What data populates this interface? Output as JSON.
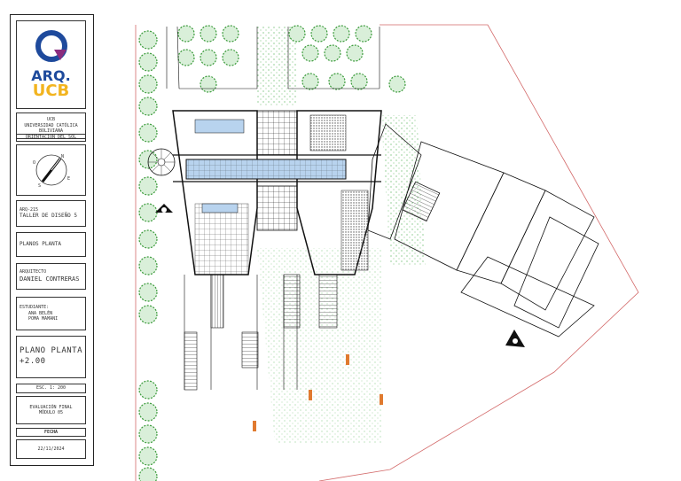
{
  "titleblock": {
    "logo_arq": "ARQ.",
    "logo_ucb": "UCB",
    "university_short": "UCB",
    "university_name": "UNIVERSIDAD CATÓLICA",
    "university_sub": "BOLIVIANA",
    "orientation_label": "ORIENTACIÓN DEL SOL",
    "compass_n": "N",
    "compass_s": "S",
    "compass_e": "E",
    "compass_w": "O",
    "course_code": "ARQ-215",
    "course_name": "TALLER DE DISEÑO 5",
    "sheet_type": "PLANOS PLANTA",
    "architect_label": "ARQUITECTO",
    "architect_name": "DANIEL CONTRERAS",
    "student_label": "ESTUDIANTE:",
    "student_name_1": "ANA BELÉN",
    "student_name_2": "POMA MAMANI",
    "plan_title": "PLANO PLANTA",
    "plan_level": "+2.00",
    "scale": "ESC. 1: 200",
    "evaluation": "EVALUACIÓN FINAL",
    "module": "MÓDULO 05",
    "date_label": "FECHA",
    "date": "22/11/2024"
  },
  "colors": {
    "tree_green": "#3a9a3a",
    "hatch_green": "#4caf50",
    "site_line": "#d36a6a",
    "blue_strip": "#b8d3ee",
    "ink": "#111111",
    "logo_blue": "#1e4a9c",
    "logo_purple": "#8b2c7e",
    "logo_yellow": "#f2b41f"
  }
}
